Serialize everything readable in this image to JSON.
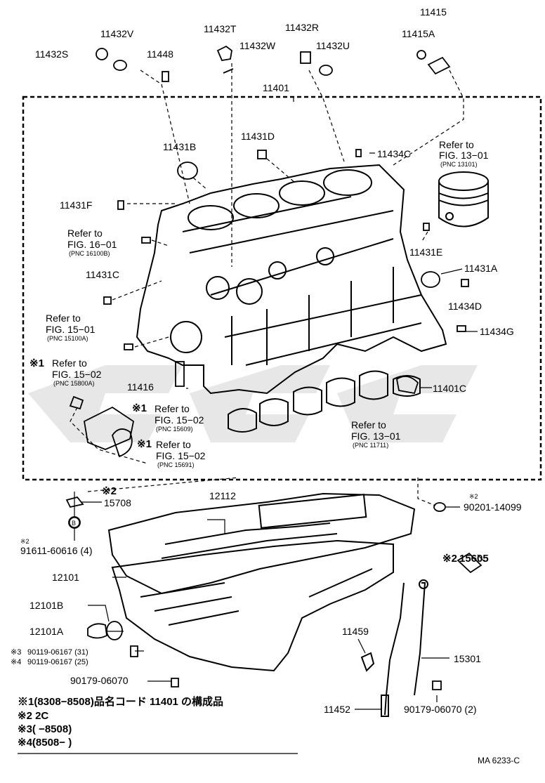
{
  "colors": {
    "ink": "#000000",
    "paper": "#ffffff",
    "watermark": "#d4d4d4"
  },
  "labels": {
    "p11415": "11415",
    "p11415A": "11415A",
    "p11432V": "11432V",
    "p11432T": "11432T",
    "p11432R": "11432R",
    "p11432S": "11432S",
    "p11448": "11448",
    "p11432W": "11432W",
    "p11432U": "11432U",
    "p11401": "11401",
    "p11431D": "11431D",
    "p11431B": "11431B",
    "p11434C": "11434C",
    "p11431F": "11431F",
    "p11431E": "11431E",
    "p11431A": "11431A",
    "p11431C": "11431C",
    "p11434D": "11434D",
    "p11434G": "11434G",
    "p11416": "11416",
    "p11401C": "11401C",
    "p15708": "15708",
    "p12112": "12112",
    "p90201": "90201-14099",
    "p15605": "15605",
    "p91611": "91611-60616 (4)",
    "p12101": "12101",
    "p12101B": "12101B",
    "p12101A": "12101A",
    "p90119a": "90119-06167 (31)",
    "p90119b": "90119-06167 (25)",
    "p90179a": "90179-06070",
    "p11459": "11459",
    "p15301": "15301",
    "p11452": "11452",
    "p90179b": "90179-06070 (2)",
    "mark1": "※1",
    "mark2": "※2",
    "mark2b": "※2",
    "mark2c": "※2",
    "mark2d": "※2",
    "mark1a": "※1",
    "mark1b": "※1",
    "mark1c": "※1",
    "circleB": "B"
  },
  "refs": {
    "r1301_a": "Refer to",
    "r1301_b": "FIG. 13−01",
    "r1301_c": "(PNC 13101)",
    "r1601_a": "Refer to",
    "r1601_b": "FIG. 16−01",
    "r1601_c": "(PNC 16100B)",
    "r1501_a": "Refer to",
    "r1501_b": "FIG. 15−01",
    "r1501_c": "(PNC 15100A)",
    "r1502a_a": "Refer to",
    "r1502a_b": "FIG. 15−02",
    "r1502a_c": "(PNC 15800A)",
    "r1502b_a": "Refer to",
    "r1502b_b": "FIG. 15−02",
    "r1502b_c": "(PNC 15609)",
    "r1502c_a": "Refer to",
    "r1502c_b": "FIG. 15−02",
    "r1502c_c": "(PNC 15691)",
    "r1301b_a": "Refer to",
    "r1301b_b": "FIG. 13−01",
    "r1301b_c": "(PNC 11711)"
  },
  "notes": [
    "※1(8308−8508)品名コード 11401 の構成品",
    "※2 2C",
    "※3(      −8508)",
    "※4(8508−        )"
  ],
  "note_marks": {
    "n3": "※3",
    "n4": "※4"
  },
  "footer": {
    "code": "MA 6233-C"
  },
  "watermark_text": "CSSE"
}
